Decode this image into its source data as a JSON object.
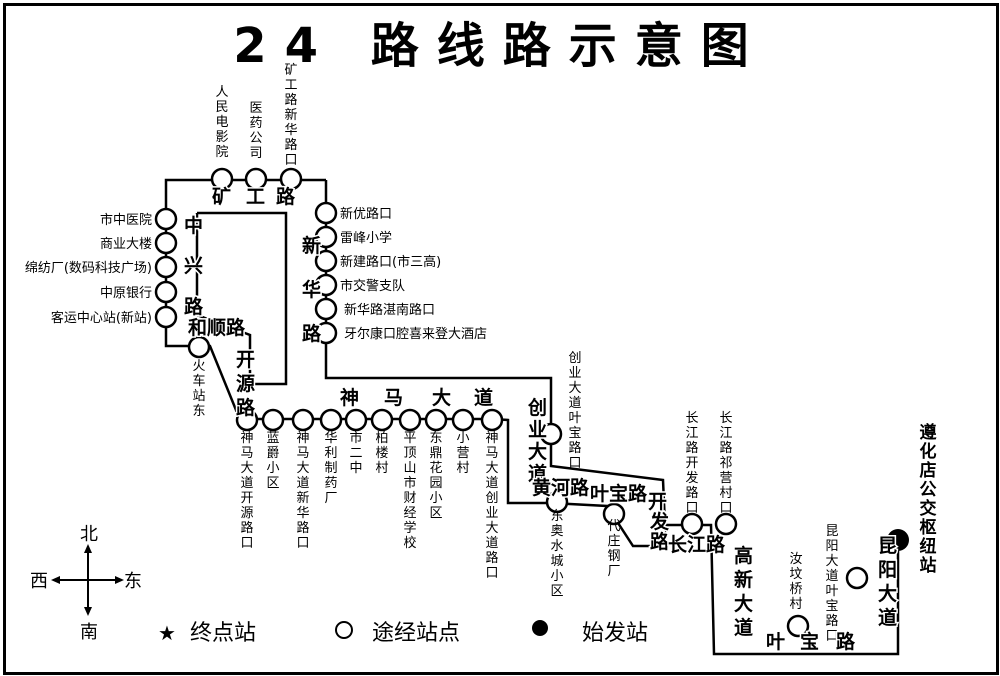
{
  "title": "24  路线路示意图",
  "stops": [
    {
      "name": "人民电影院",
      "dir": "v"
    },
    {
      "name": "医药公司",
      "dir": "v"
    },
    {
      "name": "矿工路新华路口",
      "dir": "v"
    },
    {
      "name": "新优路口",
      "dir": "h"
    },
    {
      "name": "雷峰小学",
      "dir": "h"
    },
    {
      "name": "新建路口(市三高)",
      "dir": "h"
    },
    {
      "name": "市交警支队",
      "dir": "h"
    },
    {
      "name": "新华路湛南路口",
      "dir": "h"
    },
    {
      "name": "牙尔康口腔喜来登大酒店",
      "dir": "h"
    },
    {
      "name": "市中医院",
      "dir": "h"
    },
    {
      "name": "商业大楼",
      "dir": "h"
    },
    {
      "name": "绵纺厂(数码科技广场)",
      "dir": "h"
    },
    {
      "name": "中原银行",
      "dir": "h"
    },
    {
      "name": "客运中心站(新站)",
      "dir": "h"
    },
    {
      "name": "火车站东",
      "dir": "v"
    },
    {
      "name": "神马大道开源路口",
      "dir": "v"
    },
    {
      "name": "蓝爵小区",
      "dir": "v"
    },
    {
      "name": "神马大道新华路口",
      "dir": "v"
    },
    {
      "name": "华利制药厂",
      "dir": "v"
    },
    {
      "name": "市二中",
      "dir": "v"
    },
    {
      "name": "柏楼村",
      "dir": "v"
    },
    {
      "name": "平顶山市财经学校",
      "dir": "v"
    },
    {
      "name": "东鼎花园小区",
      "dir": "v"
    },
    {
      "name": "小营村",
      "dir": "v"
    },
    {
      "name": "神马大道创业大道路口",
      "dir": "v"
    },
    {
      "name": "创业大道叶宝路口",
      "dir": "v"
    },
    {
      "name": "东奥水城小区",
      "dir": "v"
    },
    {
      "name": "代庄钢厂",
      "dir": "v"
    },
    {
      "name": "长江路开发路口",
      "dir": "v"
    },
    {
      "name": "长江路祁营村口",
      "dir": "v"
    },
    {
      "name": "汝坟桥村",
      "dir": "v"
    },
    {
      "name": "昆阳大道叶宝路口",
      "dir": "v"
    },
    {
      "name": "遵化店公交枢纽站",
      "dir": "v"
    }
  ],
  "roads": [
    "矿",
    "工",
    "路",
    "新",
    "华",
    "路",
    "中",
    "兴",
    "路",
    "和顺路",
    "开",
    "源",
    "路",
    "神",
    "马",
    "大",
    "道",
    "创",
    "业",
    "大",
    "道",
    "黄河路",
    "叶宝路",
    "开",
    "发",
    "路",
    "长江路",
    "高",
    "新",
    "大",
    "道",
    "叶",
    "宝",
    "路",
    "昆",
    "阳",
    "大",
    "道"
  ],
  "compass": {
    "north": "北",
    "south": "南",
    "east": "东",
    "west": "西"
  },
  "legend": {
    "terminal": "终点站",
    "via": "途经站点",
    "origin": "始发站"
  },
  "terminal_stop": "遵化店公交枢纽站",
  "origin_stop": "遵化店公交枢纽站"
}
